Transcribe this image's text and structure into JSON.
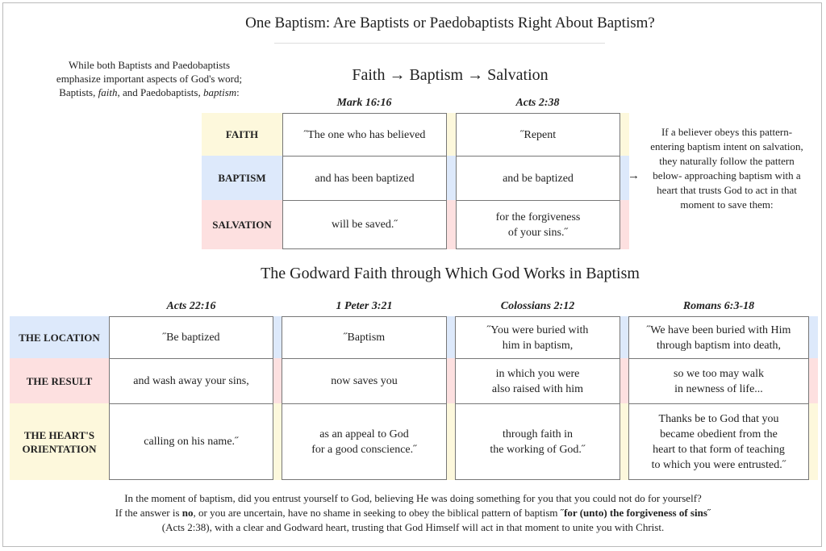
{
  "title": "One Baptism: Are Baptists or Paedobaptists Right About Baptism?",
  "intro": {
    "line1": "While both Baptists and Paedobaptists",
    "line2": "emphasize important aspects of God's word;",
    "line3_a": "Baptists, ",
    "line3_faith": "faith",
    "line3_b": ", and Paedobaptists, ",
    "line3_baptism": "baptism",
    "line3_c": ":"
  },
  "flow_heading": "Faith → Baptism → Salvation",
  "top_table": {
    "columns": [
      "Mark 16:16",
      "Acts 2:38"
    ],
    "rows": [
      {
        "label": "FAITH",
        "cells": [
          "˝The one who has believed",
          "˝Repent"
        ]
      },
      {
        "label": "BAPTISM",
        "cells": [
          "and has been baptized",
          "and be baptized"
        ]
      },
      {
        "label": "SALVATION",
        "cells": [
          "will be saved.˝",
          "for the forgiveness\nof your sins.˝"
        ]
      }
    ]
  },
  "arrow": "→",
  "side_note": "If a believer obeys this pattern- entering baptism intent on salvation, they naturally follow the pattern below- approaching baptism with a heart that trusts God to act in that moment to save them:",
  "second_heading": "The Godward Faith through Which God Works in Baptism",
  "bottom_table": {
    "columns": [
      "Acts 22:16",
      "1 Peter 3:21",
      "Colossians 2:12",
      "Romans 6:3-18"
    ],
    "rows": [
      {
        "label": "THE LOCATION",
        "cells": [
          "˝Be baptized",
          "˝Baptism",
          "˝You were buried with\nhim in baptism,",
          "˝We have been buried with Him\nthrough baptism into death,"
        ]
      },
      {
        "label": "THE RESULT",
        "cells": [
          "and wash away your sins,",
          "now saves you",
          "in which you were\nalso raised with him",
          "so we too may walk\nin newness of life..."
        ]
      },
      {
        "label": "THE HEART'S ORIENTATION",
        "cells": [
          "calling on his name.˝",
          "as an appeal to God\nfor a good conscience.˝",
          "through faith in\nthe working of God.˝",
          "Thanks be to God that you\nbecame obedient from the\nheart to that form of teaching\nto which you were entrusted.˝"
        ]
      }
    ]
  },
  "footer": {
    "line1": "In the moment of baptism, did you entrust yourself to God, believing He was doing something for you that you could not do for yourself?",
    "line2_a": "If the answer is ",
    "line2_no": "no",
    "line2_b": ", or you are uncertain, have no shame in seeking to obey the biblical pattern of baptism ˝",
    "line2_bold": "for (unto) the forgiveness of sins",
    "line2_c": "˝",
    "line3": "(Acts 2:38), with a clear and Godward heart, trusting that God Himself will act in that moment to unite you with Christ."
  },
  "colors": {
    "faith": "#fdf8dc",
    "baptism": "#dde9fb",
    "salvation": "#fde0e0"
  }
}
